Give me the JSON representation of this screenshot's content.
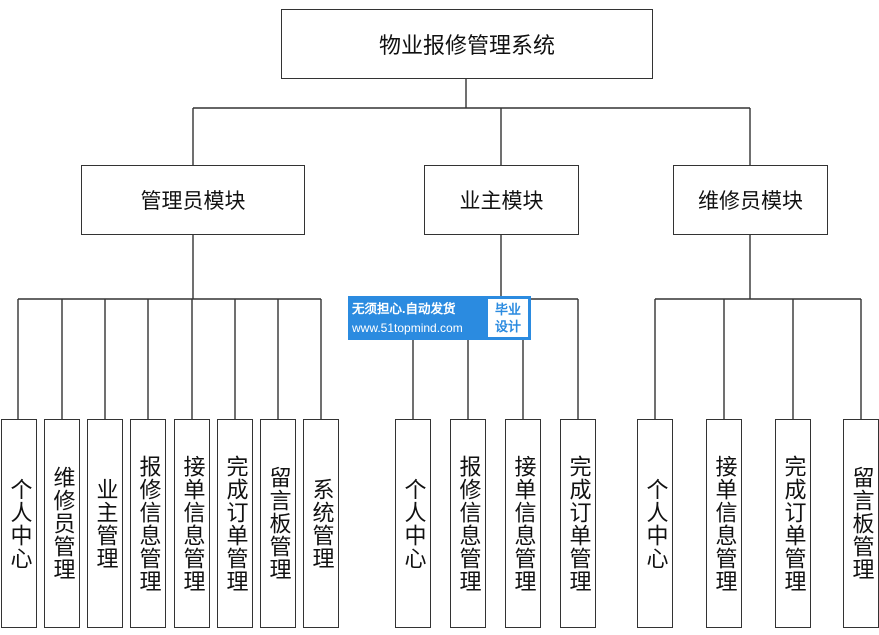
{
  "root": {
    "label": "物业报修管理系统"
  },
  "modules": [
    {
      "label": "管理员模块",
      "items": [
        "个人中心",
        "维修员管理",
        "业主管理",
        "报修信息管理",
        "接单信息管理",
        "完成订单管理",
        "留言板管理",
        "系统管理"
      ]
    },
    {
      "label": "业主模块",
      "items": [
        "个人中心",
        "报修信息管理",
        "接单信息管理",
        "完成订单管理"
      ]
    },
    {
      "label": "维修员模块",
      "items": [
        "个人中心",
        "接单信息管理",
        "完成订单管理",
        "留言板管理"
      ]
    }
  ],
  "watermark": {
    "line1": "无须担心.自动发货",
    "line2": "www.51topmind.com",
    "badge_line1": "毕业",
    "badge_line2": "设计"
  }
}
